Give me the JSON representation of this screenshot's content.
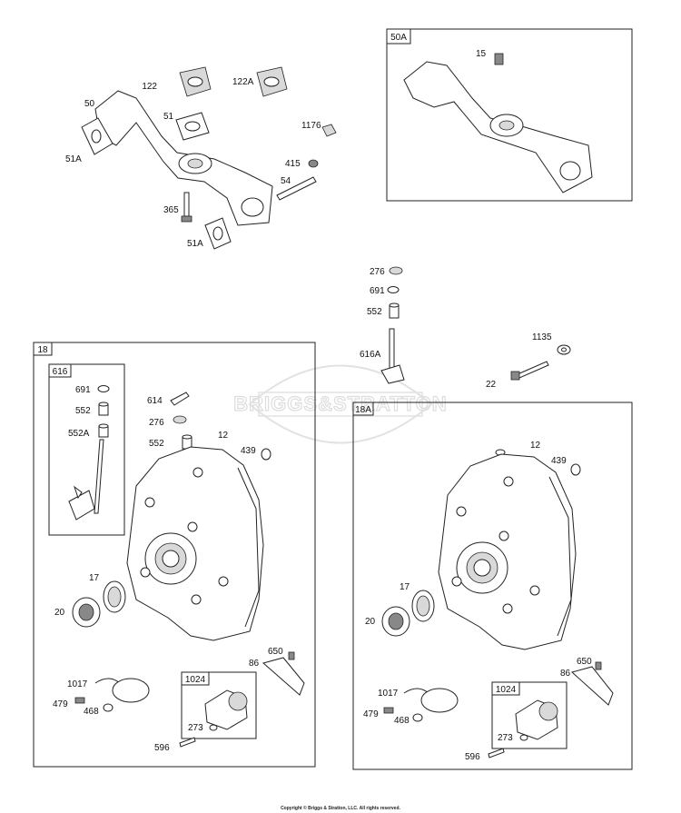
{
  "watermark": "BRIGGS&STRATTON",
  "copyright": "Copyright © Briggs & Stratton, LLC. All rights reserved.",
  "boxes": {
    "b50a": "50A",
    "b18": "18",
    "b616": "616",
    "b1024l": "1024",
    "b18a": "18A",
    "b1024r": "1024"
  },
  "labels": {
    "p122": "122",
    "p122a": "122A",
    "p50": "50",
    "p51": "51",
    "p51a_top": "51A",
    "p1176": "1176",
    "p415": "415",
    "p54": "54",
    "p365": "365",
    "p51a_bot": "51A",
    "p15": "15",
    "p276_mid": "276",
    "p691_mid": "691",
    "p552_mid": "552",
    "p616a": "616A",
    "p1135": "1135",
    "p22": "22",
    "p691_box": "691",
    "p552_box": "552",
    "p552a_box": "552A",
    "p614": "614",
    "p276_l": "276",
    "p552_l": "552",
    "p12_l": "12",
    "p439_l": "439",
    "p17_l": "17",
    "p20_l": "20",
    "p650_l": "650",
    "p86_l": "86",
    "p1017_l": "1017",
    "p479_l": "479",
    "p468_l": "468",
    "p273_l": "273",
    "p596_l": "596",
    "p12_r": "12",
    "p439_r": "439",
    "p17_r": "17",
    "p20_r": "20",
    "p650_r": "650",
    "p86_r": "86",
    "p1017_r": "1017",
    "p479_r": "479",
    "p468_r": "468",
    "p273_r": "273",
    "p596_r": "596"
  }
}
